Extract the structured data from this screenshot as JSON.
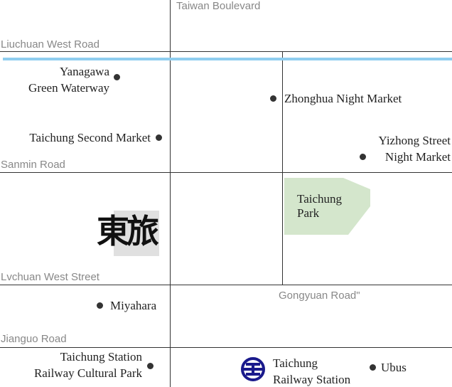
{
  "roads": {
    "taiwan_boulevard": "Taiwan Boulevard",
    "liuchuan_west": "Liuchuan West Road",
    "sanmin": "Sanmin Road",
    "lvchuan_west": "Lvchuan West Street",
    "gongyuan": "Gongyuan Road\"",
    "jianguo": "Jianguo Road"
  },
  "places": {
    "yanagawa": [
      "Yanagawa",
      "Green Waterway"
    ],
    "zhonghua": "Zhonghua Night Market",
    "second_market": "Taichung Second Market",
    "yizhong": [
      "Yizhong Street",
      "Night Market"
    ],
    "park": [
      "Taichung",
      "Park"
    ],
    "miyahara": "Miyahara",
    "cultural_park": [
      "Taichung Station",
      "Railway Cultural Park"
    ],
    "station": [
      "Taichung",
      "Railway Station"
    ],
    "ubus": "Ubus"
  },
  "logo": {
    "text": "東旅"
  },
  "colors": {
    "river": "#8fcdef",
    "park": "#d4e6cc",
    "railway": "#1a1a8c"
  }
}
